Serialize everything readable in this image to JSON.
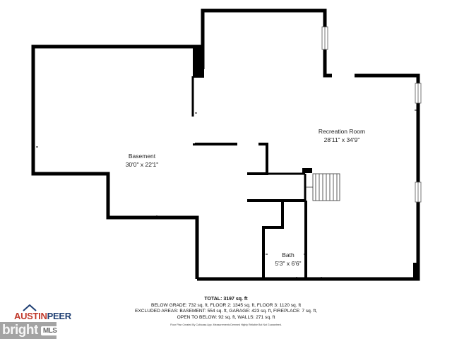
{
  "rooms": {
    "basement": {
      "name": "Basement",
      "dims": "30'0\" x 22'1\""
    },
    "recreation": {
      "name": "Recreation Room",
      "dims": "28'11\" x 34'9\""
    },
    "bath": {
      "name": "Bath",
      "dims": "5'3\" x 6'6\""
    }
  },
  "stats": {
    "total": "TOTAL: 3197 sq. ft",
    "line1": "BELOW GRADE: 732 sq. ft, FLOOR 2: 1345 sq. ft, FLOOR 3: 1120 sq. ft",
    "line2": "EXCLUDED AREAS: BASEMENT: 554 sq. ft, GARAGE: 423 sq. ft, FIREPLACE: 7 sq. ft,",
    "line3": "OPEN TO BELOW: 92 sq. ft, WALLS: 271 sq. ft",
    "credit": "Floor Plan Created By Cubicasa App. Measurements Deemed Highly Reliable But Not Guaranteed."
  },
  "branding": {
    "logo_part1": "AUSTIN",
    "logo_part2": "PEER",
    "watermark_part1": "bright",
    "watermark_part2": "MLS"
  },
  "colors": {
    "wall": "#000000",
    "logo_red": "#c0392b",
    "logo_blue": "#1f3f73"
  }
}
